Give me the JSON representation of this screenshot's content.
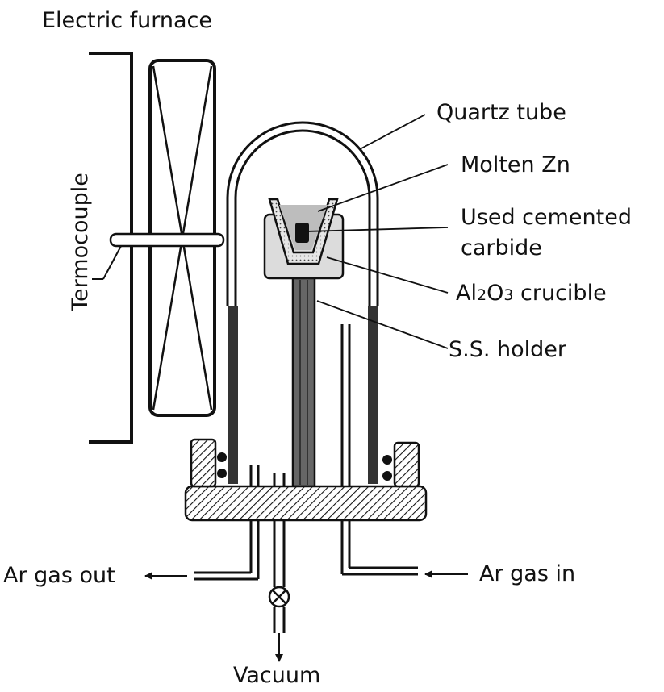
{
  "labels": {
    "furnace": "Electric furnace",
    "thermocouple": "Termocouple",
    "quartz": "Quartz tube",
    "zn": "Molten Zn",
    "carbide_l1": "Used cemented",
    "carbide_l2": "carbide",
    "crucible_pre": "Al",
    "crucible_sub1": "2",
    "crucible_mid": "O",
    "crucible_sub2": "3",
    "crucible_post": " crucible",
    "holder": "S.S. holder",
    "gas_out": "Ar gas out",
    "gas_in": "Ar gas in",
    "vacuum": "Vacuum"
  }
}
